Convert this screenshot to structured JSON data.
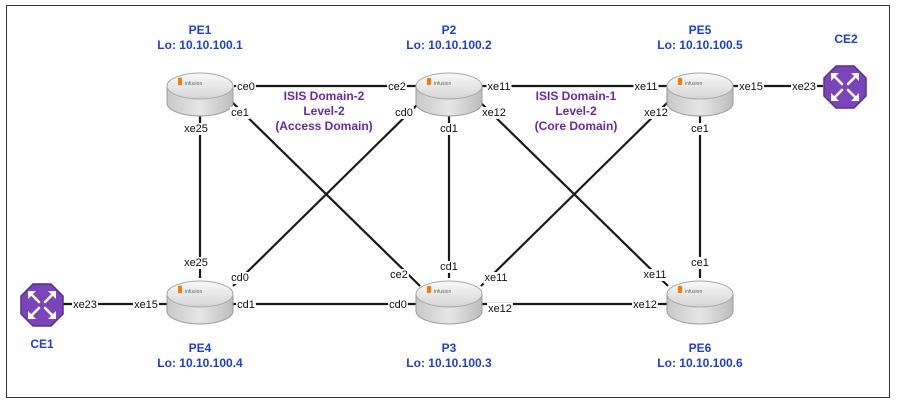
{
  "colors": {
    "node_label": "#1f3fd4",
    "domain_label": "#6a2aa6",
    "ce_router": "#7a45b8",
    "link": "#1a1a1a"
  },
  "nodes": {
    "pe1": {
      "name": "PE1",
      "lo": "Lo: 10.10.100.1"
    },
    "p2": {
      "name": "P2",
      "lo": "Lo: 10.10.100.2"
    },
    "pe5": {
      "name": "PE5",
      "lo": "Lo: 10.10.100.5"
    },
    "pe4": {
      "name": "PE4",
      "lo": "Lo: 10.10.100.4"
    },
    "p3": {
      "name": "P3",
      "lo": "Lo: 10.10.100.3"
    },
    "pe6": {
      "name": "PE6",
      "lo": "Lo: 10.10.100.6"
    },
    "ce1": {
      "name": "CE1"
    },
    "ce2": {
      "name": "CE2"
    }
  },
  "router_logo_text": "infusion",
  "domains": {
    "access": {
      "line1": "ISIS Domain-2",
      "line2": "Level-2",
      "line3": "(Access Domain)"
    },
    "core": {
      "line1": "ISIS Domain-1",
      "line2": "Level-2",
      "line3": "(Core Domain)"
    }
  },
  "interfaces": {
    "pe1_ce0": "ce0",
    "p2_ce2": "ce2",
    "pe1_ce1": "ce1",
    "p3_ce2": "ce2",
    "pe1_xe25": "xe25",
    "pe4_xe25": "xe25",
    "p2_cd0": "cd0",
    "pe4_cd0": "cd0",
    "p2_cd1": "cd1",
    "p3_cd1": "cd1",
    "p2_xe11": "xe11",
    "pe5_xe11": "xe11",
    "p2_xe12": "xe12",
    "pe6_xe11": "xe11",
    "pe5_xe12": "xe12",
    "p3_xe11": "xe11",
    "pe5_ce1": "ce1",
    "pe6_ce1": "ce1",
    "pe5_xe15": "xe15",
    "ce2_xe23": "xe23",
    "ce1_xe23": "xe23",
    "pe4_xe15": "xe15",
    "pe4_cd1": "cd1",
    "p3_cd0": "cd0",
    "p3_xe12": "xe12",
    "pe6_xe12": "xe12"
  }
}
